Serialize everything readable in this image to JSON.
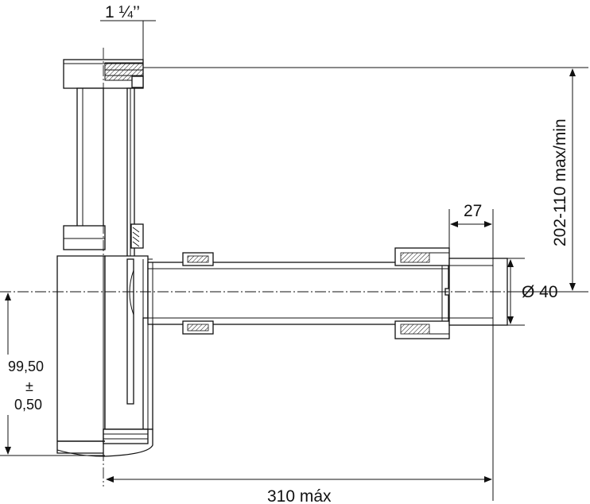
{
  "dimensions": {
    "thread_size": "1 ¼’’",
    "height_range": "202-110 max/min",
    "nut_width": "27",
    "outlet_diameter": "Ø 40",
    "tolerance_value": "99,50",
    "tolerance_sign": "±",
    "tolerance_amount": "0,50",
    "total_length": "310 máx"
  }
}
